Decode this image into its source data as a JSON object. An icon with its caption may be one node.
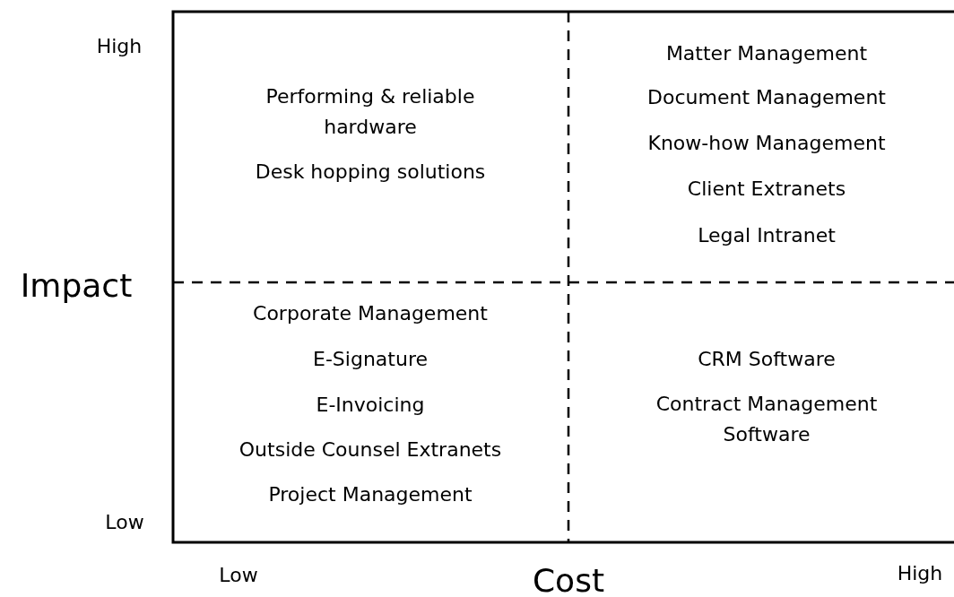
{
  "diagram": {
    "labels": [
      "High",
      "Performing & reliable hardware",
      "Desk hopping solutions",
      "Matter Management",
      "Document Management",
      "Know-how Management",
      "Client Extranets",
      "Legal Intranet",
      "Impact",
      "Corporate Management",
      "E-Signature",
      "E-Invoicing",
      "Outside Counsel Extranets",
      "Project Management",
      "CRM Software",
      "Contract Management Software",
      "Low",
      "Low",
      "Cost",
      "High"
    ]
  }
}
